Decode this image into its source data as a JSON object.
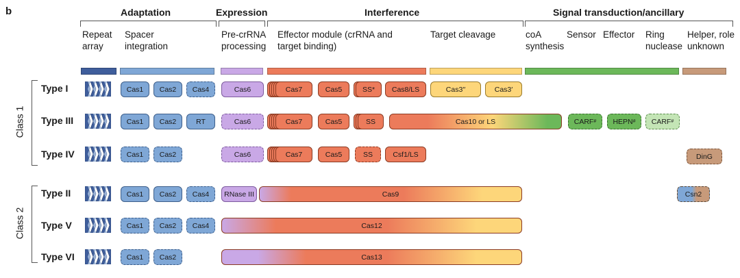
{
  "panel_label": "b",
  "categories": {
    "adaptation": "Adaptation",
    "expression": "Expression",
    "interference": "Interference",
    "signal": "Signal transduction/ancillary"
  },
  "subcategories": {
    "repeat_array": "Repeat array",
    "spacer_integration": "Spacer integration",
    "precrrna": "Pre-crRNA processing",
    "effector_module": "Effector module (crRNA and target binding)",
    "target_cleavage": "Target cleavage",
    "coa_synthesis": "coA synthesis",
    "sensor": "Sensor",
    "effector": "Effector",
    "ring_nuclease": "Ring nuclease",
    "helper": "Helper, role unknown"
  },
  "classes": {
    "class1": "Class 1",
    "class2": "Class 2"
  },
  "types": {
    "type1": "Type I",
    "type3": "Type III",
    "type4": "Type IV",
    "type2": "Type II",
    "type5": "Type V",
    "type6": "Type VI"
  },
  "genes": {
    "t1": {
      "cas1": "Cas1",
      "cas2": "Cas2",
      "cas4": "Cas4",
      "cas6": "Cas6",
      "cas7": "Cas7",
      "cas5": "Cas5",
      "ss": "SS*",
      "cas8": "Cas8/LS",
      "cas3a": "Cas3′′",
      "cas3b": "Cas3′"
    },
    "t3": {
      "cas1": "Cas1",
      "cas2": "Cas2",
      "rt": "RT",
      "cas6": "Cas6",
      "cas7": "Cas7",
      "cas5": "Cas5",
      "ss": "SS",
      "cas10": "Cas10 or LS",
      "carf1": "CARF",
      "hepn": "HEPN",
      "carf2": "CARF",
      "mark": "#"
    },
    "t4": {
      "cas1": "Cas1",
      "cas2": "Cas2",
      "cas6": "Cas6",
      "cas7": "Cas7",
      "cas5": "Cas5",
      "ss": "SS",
      "csf1": "Csf1/LS",
      "ding": "DinG"
    },
    "t2": {
      "cas1": "Cas1",
      "cas2": "Cas2",
      "cas4": "Cas4",
      "rnase": "RNase III",
      "cas9": "Cas9",
      "csn2": "Csn2"
    },
    "t5": {
      "cas1": "Cas1",
      "cas2": "Cas2",
      "cas4": "Cas4",
      "cas12": "Cas12"
    },
    "t6": {
      "cas1": "Cas1",
      "cas2": "Cas2",
      "cas13": "Cas13"
    }
  },
  "colors": {
    "repeat": "#3f5e9c",
    "adaptation": "#7fa7d6",
    "expression": "#c9a8e6",
    "effector_module": "#ec7b5b",
    "target_cleavage": "#fdd67a",
    "signal": "#6cb85a",
    "helper": "#c79a7a"
  }
}
